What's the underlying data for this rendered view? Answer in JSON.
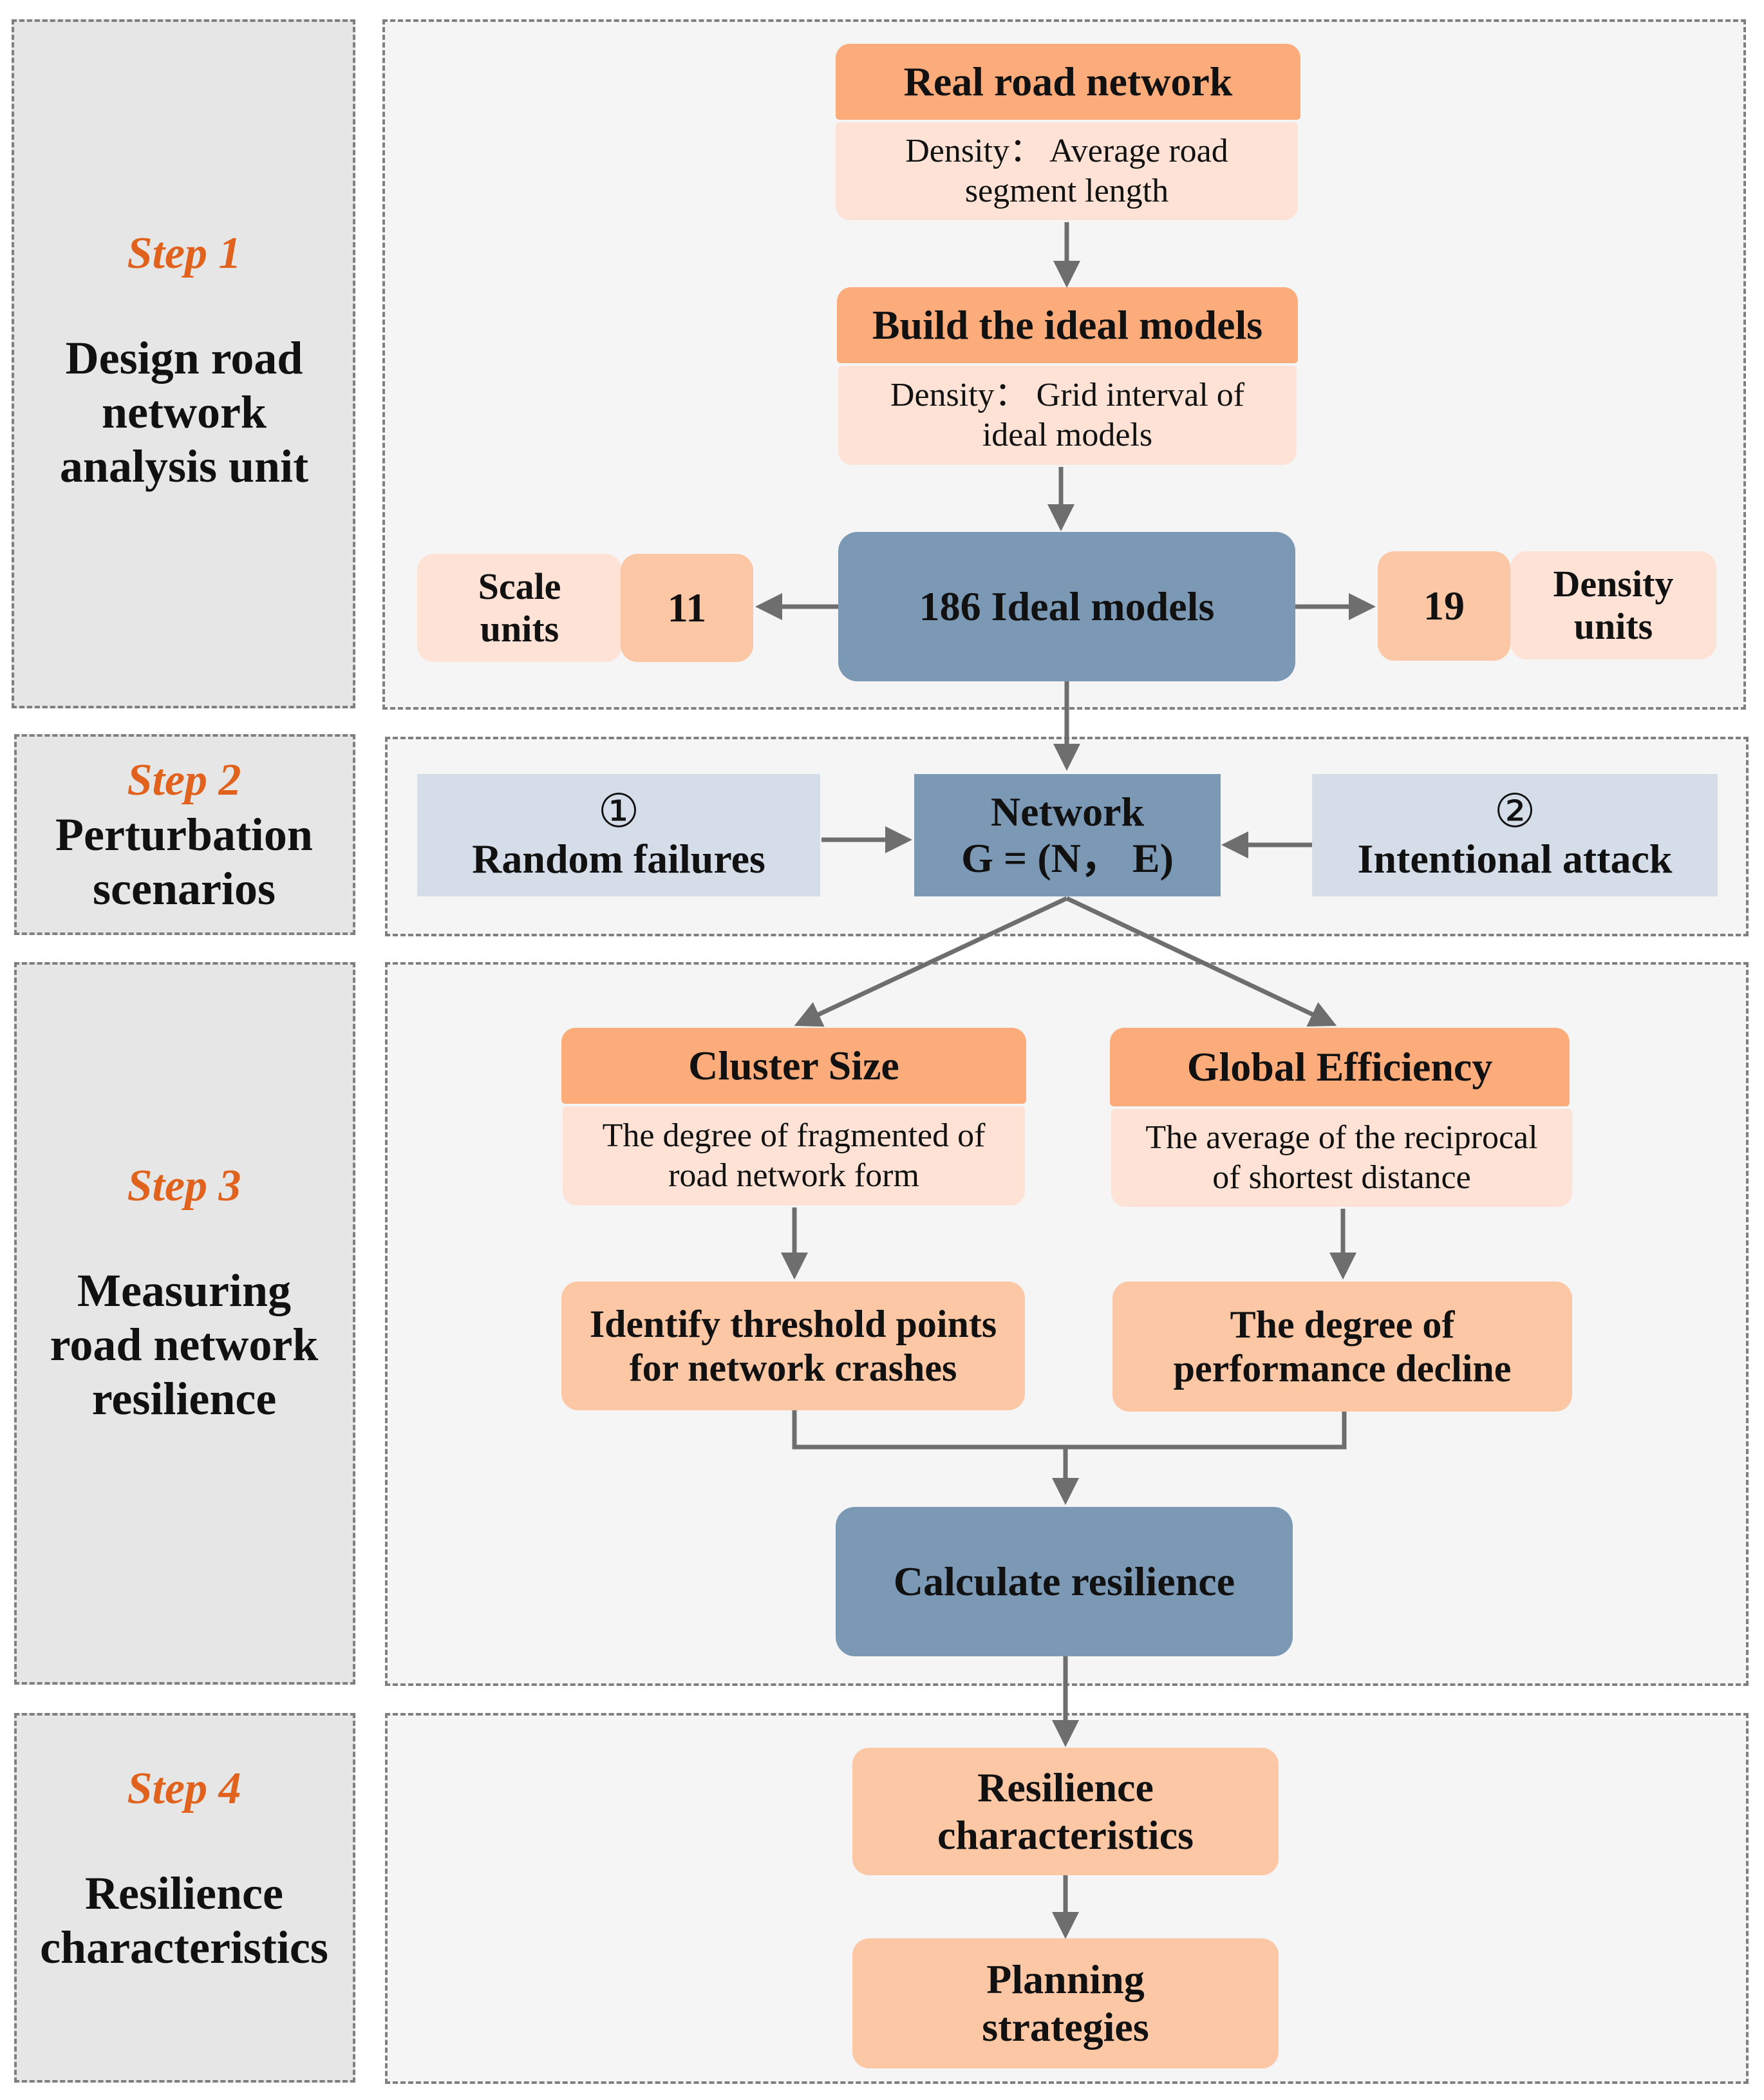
{
  "steps": [
    {
      "label": "Step 1",
      "name_lines": [
        "Design road",
        "network",
        "analysis unit"
      ]
    },
    {
      "label": "Step 2",
      "name_lines": [
        "Perturbation",
        "scenarios"
      ]
    },
    {
      "label": "Step 3",
      "name_lines": [
        "Measuring",
        "road network",
        "resilience"
      ]
    },
    {
      "label": "Step 4",
      "name_lines": [
        "Resilience",
        "characteristics"
      ]
    }
  ],
  "real_network": {
    "title": "Real road network",
    "desc_lines": [
      "Density： Average road",
      "segment length"
    ]
  },
  "ideal_build": {
    "title": "Build the ideal models",
    "desc_lines": [
      "Density： Grid interval of",
      "ideal models"
    ]
  },
  "ideal_models": "186 Ideal models",
  "scale": {
    "count": "11",
    "label_lines": [
      "Scale",
      "units"
    ]
  },
  "density": {
    "count": "19",
    "label_lines": [
      "Density",
      "units"
    ]
  },
  "network": {
    "lines": [
      "Network",
      "G = (N， E)"
    ]
  },
  "random": {
    "marker": "①",
    "label": "Random failures"
  },
  "intentional": {
    "marker": "②",
    "label": "Intentional attack"
  },
  "cluster": {
    "title": "Cluster Size",
    "desc_lines": [
      "The degree of fragmented of",
      "road network form"
    ]
  },
  "global_eff": {
    "title": "Global Efficiency",
    "desc_lines": [
      "The average of the reciprocal",
      "of shortest distance"
    ]
  },
  "threshold_lines": [
    "Identify threshold points",
    "for network crashes"
  ],
  "decline_lines": [
    "The degree of",
    "performance decline"
  ],
  "calculate": "Calculate resilience",
  "resilience_chars_lines": [
    "Resilience",
    "characteristics"
  ],
  "planning_lines": [
    "Planning",
    "strategies"
  ],
  "colors": {
    "accent_orange": "#e0621c",
    "header_peach": "#fbac7a",
    "light_peach": "#fde2d5",
    "steel_blue": "#7b98b5",
    "pale_blue": "#d4dde8"
  }
}
